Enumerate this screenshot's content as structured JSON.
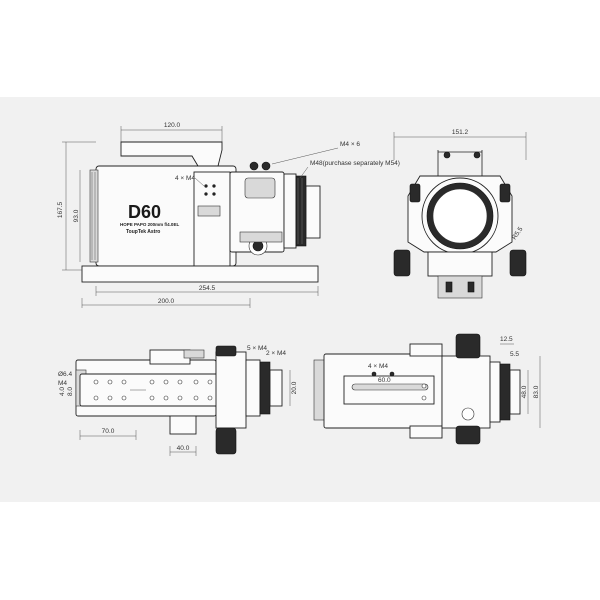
{
  "product": {
    "model": "D60",
    "name_line": "HOPE PAPO 200mm f/4.0EL",
    "brand": "ToupTek Astro"
  },
  "side_view": {
    "dim_top_width": "120.0",
    "dim_overall_length": "254.5",
    "dim_base_length": "200.0",
    "dim_height": "167.5",
    "dim_body_height": "93.0",
    "callout_m4x4": "4 × M4",
    "callout_m4x6": "M4 × 6",
    "callout_m48": "M48(purchase separately M54)"
  },
  "front_view": {
    "dim_width": "151.2",
    "dim_radius": "R5.5"
  },
  "bottom_view": {
    "dim_hole_dia": "Ø6.4",
    "dim_m4": "M4",
    "dim_small_1": "4.0",
    "dim_small_2": "8.0",
    "dim_slot_len": "70.0",
    "dim_foot": "40.0",
    "callout_5m4": "5 × M4",
    "callout_2m4": "2 × M4",
    "dim_side": "20.0"
  },
  "top_view": {
    "callout_4m4": "4 × M4",
    "dim_slot": "60.0",
    "dim_12_5": "12.5",
    "dim_5_5": "5.5",
    "dim_48": "48.0",
    "dim_83": "83.0"
  }
}
